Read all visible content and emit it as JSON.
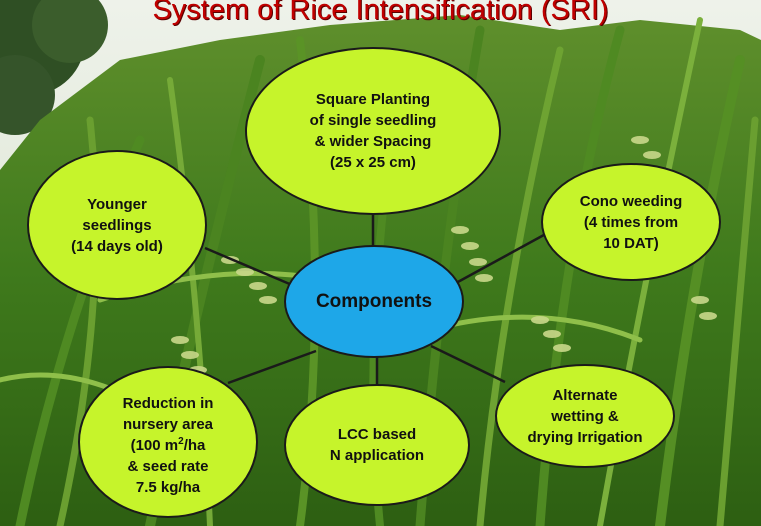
{
  "title": "System of Rice Intensification (SRI)",
  "center": {
    "label": "Components"
  },
  "components": {
    "square_planting": [
      "Square Planting",
      "of single seedling",
      "& wider Spacing",
      "(25 x 25 cm)"
    ],
    "younger_seedlings": [
      "Younger",
      "seedlings",
      "(14 days old)"
    ],
    "cono_weeding": [
      "Cono weeding",
      "(4 times from",
      "10 DAT)"
    ],
    "reduction_nursery": {
      "line1": "Reduction in",
      "line2": "nursery area",
      "line3_pre": "(100 m",
      "line3_sup": "2",
      "line3_post": "/ha",
      "line4": "& seed rate",
      "line5": "7.5 kg/ha"
    },
    "lcc_based": [
      "LCC based",
      "N application"
    ],
    "alternate_wetting": [
      "Alternate",
      "wetting &",
      "drying Irrigation"
    ]
  },
  "colors": {
    "title": "#c00000",
    "node_fill": "#c6f42b",
    "center_fill": "#1ea7e8",
    "outline": "#1a1a1a"
  }
}
